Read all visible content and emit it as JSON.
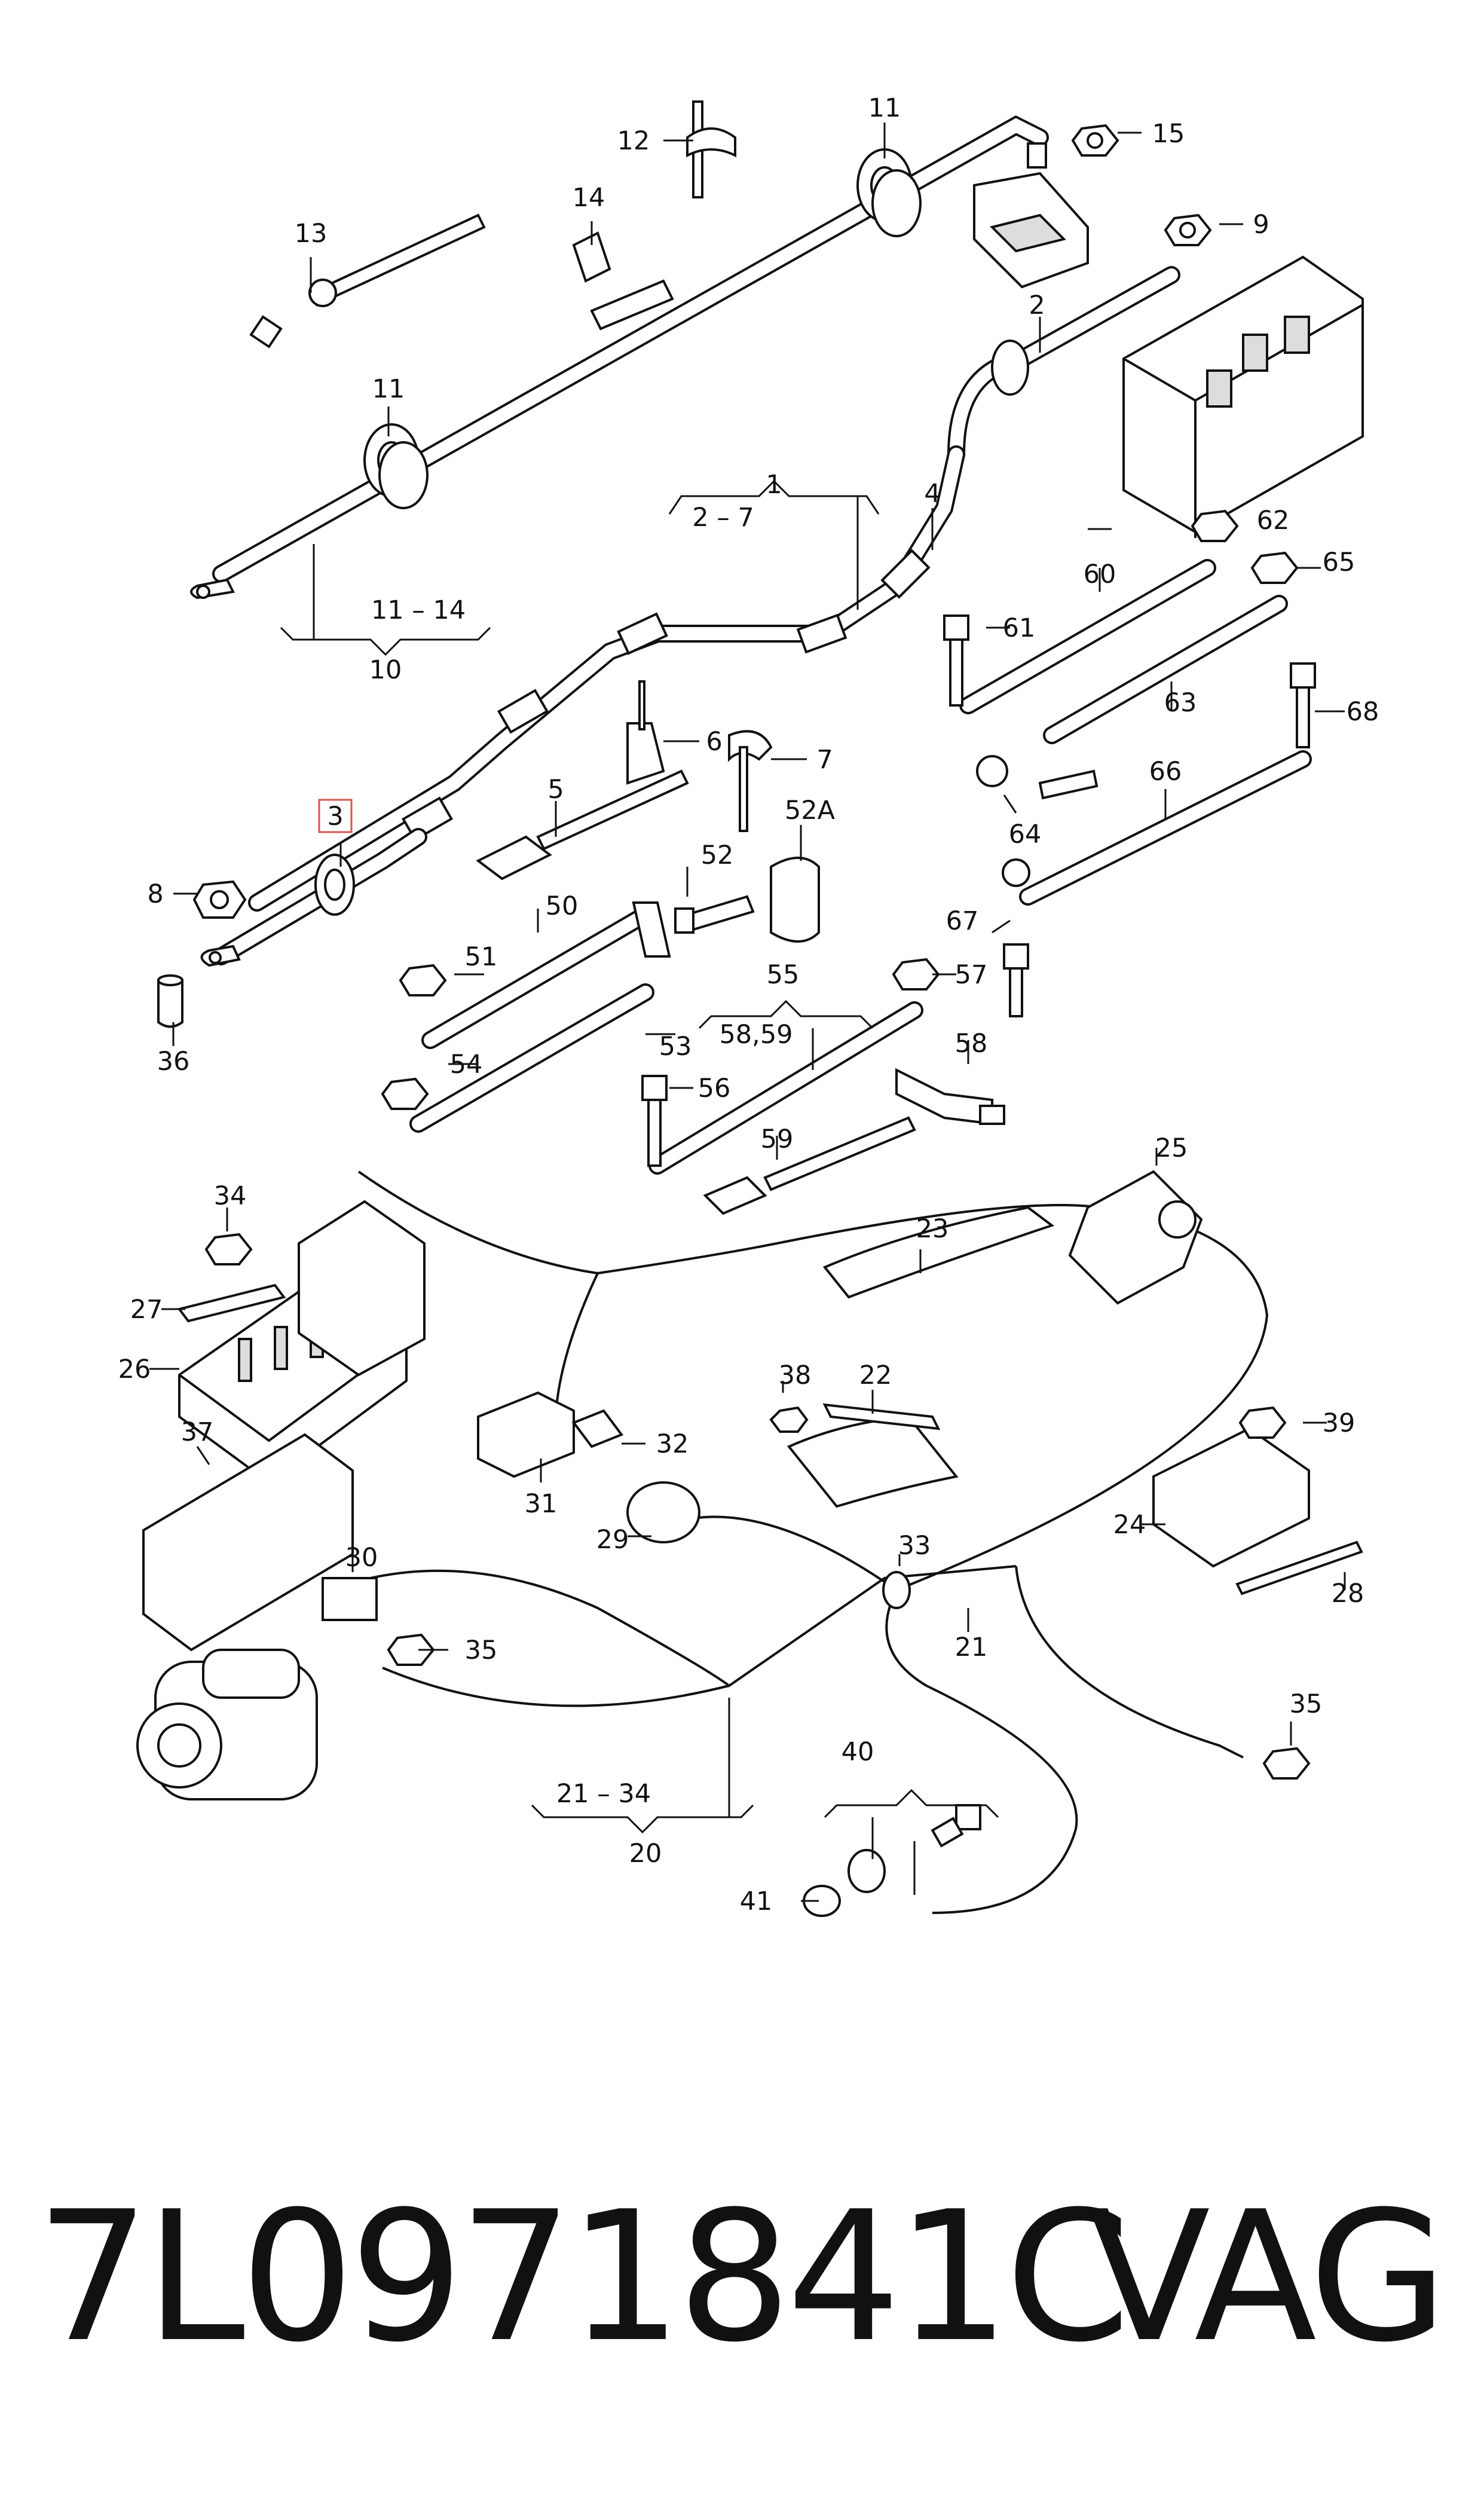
{
  "callouts": {
    "c1": "1",
    "c2_7": "2 – 7",
    "c2": "2",
    "c3": "3",
    "c4": "4",
    "c5": "5",
    "c6": "6",
    "c7": "7",
    "c8": "8",
    "c9": "9",
    "c10": "10",
    "c11a": "11",
    "c11b": "11",
    "c11_14": "11 – 14",
    "c12": "12",
    "c13": "13",
    "c14": "14",
    "c15": "15",
    "c20": "20",
    "c21": "21",
    "c21_34": "21 – 34",
    "c22": "22",
    "c23": "23",
    "c24": "24",
    "c25": "25",
    "c26": "26",
    "c27": "27",
    "c28": "28",
    "c29": "29",
    "c30": "30",
    "c31": "31",
    "c32": "32",
    "c33": "33",
    "c34": "34",
    "c35a": "35",
    "c35b": "35",
    "c36": "36",
    "c37": "37",
    "c38": "38",
    "c39": "39",
    "c40": "40",
    "c41": "41",
    "c50": "50",
    "c51": "51",
    "c52": "52",
    "c52A": "52A",
    "c53": "53",
    "c54": "54",
    "c55": "55",
    "c56": "56",
    "c57": "57",
    "c58": "58",
    "c58_59": "58,59",
    "c59": "59",
    "c60": "60",
    "c61": "61",
    "c62": "62",
    "c63": "63",
    "c64": "64",
    "c65": "65",
    "c66": "66",
    "c67": "67",
    "c68": "68"
  },
  "footer": {
    "part_number": "7L0971841C",
    "brand": "VAG"
  },
  "highlight_color": "#d9534f"
}
